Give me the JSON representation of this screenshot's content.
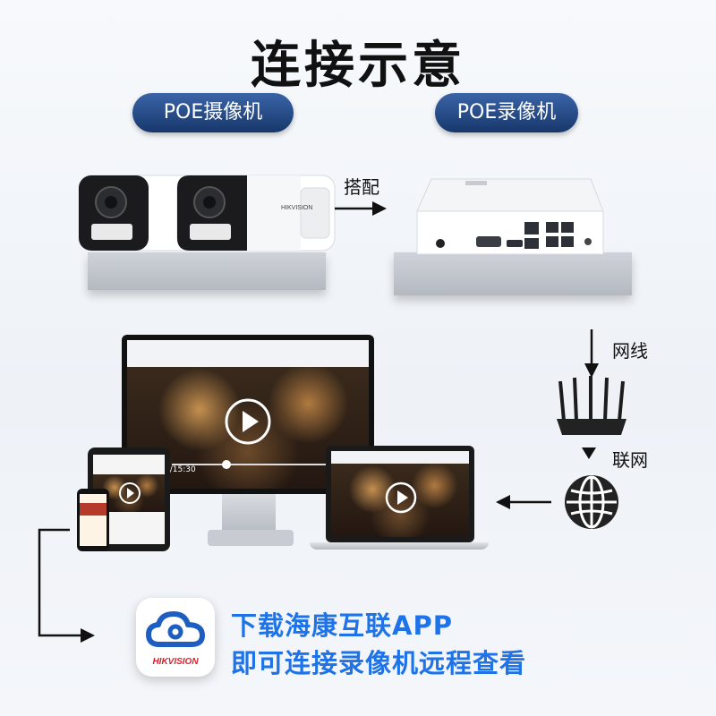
{
  "title": "连接示意",
  "labels": {
    "camera": "POE摄像机",
    "nvr": "POE录像机",
    "pairing": "搭配",
    "network_cable": "网线",
    "internet": "联网"
  },
  "brand": {
    "camera_logo": "HIKVISION",
    "app_logo": "HIKVISION"
  },
  "app_callout": {
    "line1": "下载海康互联APP",
    "line2": "即可连接录像机远程查看"
  },
  "screens": {
    "monitor_timestamp": "2/15:30"
  },
  "colors": {
    "pill_blue": "#1f4a8a",
    "app_blue": "#1e73e8",
    "brand_red": "#d7232d"
  },
  "icons": {
    "router": "router-icon",
    "globe": "globe-icon",
    "play": "play-icon",
    "cloud_app": "cloud-app-icon"
  }
}
